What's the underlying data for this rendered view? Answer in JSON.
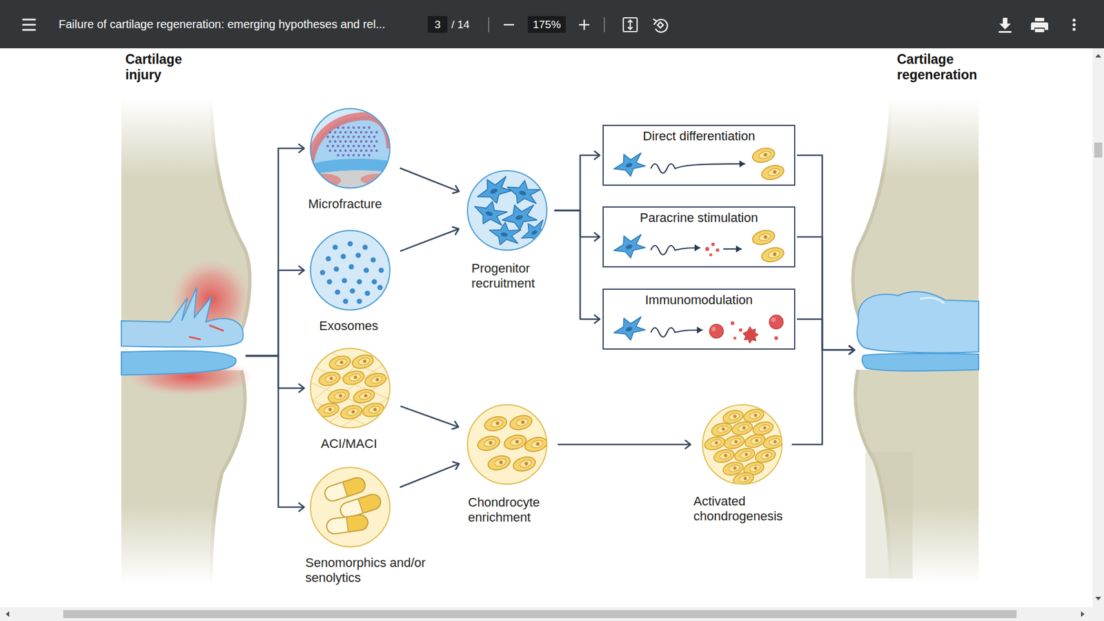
{
  "diagram": {
    "nodes": [
      {
        "text": [
          "Cartilage injury"
        ]
      },
      {
        "text": [
          "Microfracture"
        ]
      },
      {
        "text": [
          "Exosomes"
        ]
      },
      {
        "text": [
          "ACI/MACI"
        ]
      },
      {
        "text": [
          "Senomorphics and/or senolytics"
        ]
      },
      {
        "text": [
          "Progenitor recruitment"
        ]
      },
      {
        "text": [
          "Chondrocyte enrichment"
        ]
      },
      {
        "text": [
          "Direct differentiation"
        ]
      },
      {
        "text": [
          "Paracrine stimulation"
        ]
      },
      {
        "text": [
          "Immunomodulation"
        ]
      },
      {
        "text": [
          "Activated chondrogenesis"
        ]
      },
      {
        "text": [
          "Cartilage regeneration"
        ]
      }
    ],
    "edges": [
      {
        "from": 0,
        "to": 1,
        "arrow": "to"
      },
      {
        "from": 0,
        "to": 2,
        "arrow": "to"
      },
      {
        "from": 0,
        "to": 3,
        "arrow": "to"
      },
      {
        "from": 0,
        "to": 4,
        "arrow": "to"
      },
      {
        "from": 1,
        "to": 5,
        "arrow": "to"
      },
      {
        "from": 2,
        "to": 5,
        "arrow": "to"
      },
      {
        "from": 3,
        "to": 6,
        "arrow": "to"
      },
      {
        "from": 4,
        "to": 6,
        "arrow": "to"
      },
      {
        "from": 5,
        "to": 7,
        "arrow": "to"
      },
      {
        "from": 5,
        "to": 8,
        "arrow": "to"
      },
      {
        "from": 5,
        "to": 9,
        "arrow": "to"
      },
      {
        "from": 6,
        "to": 10,
        "arrow": "to"
      },
      {
        "from": 7,
        "to": 11,
        "arrow": "to"
      },
      {
        "from": 8,
        "to": 11,
        "arrow": "to"
      },
      {
        "from": 9,
        "to": 11,
        "arrow": "to"
      },
      {
        "from": 10,
        "to": 11,
        "arrow": "to"
      }
    ],
    "labels": [
      "Failure of cartilage regeneration: emerging hypotheses and rel...",
      "3",
      "/ 14",
      "175%"
    ]
  }
}
